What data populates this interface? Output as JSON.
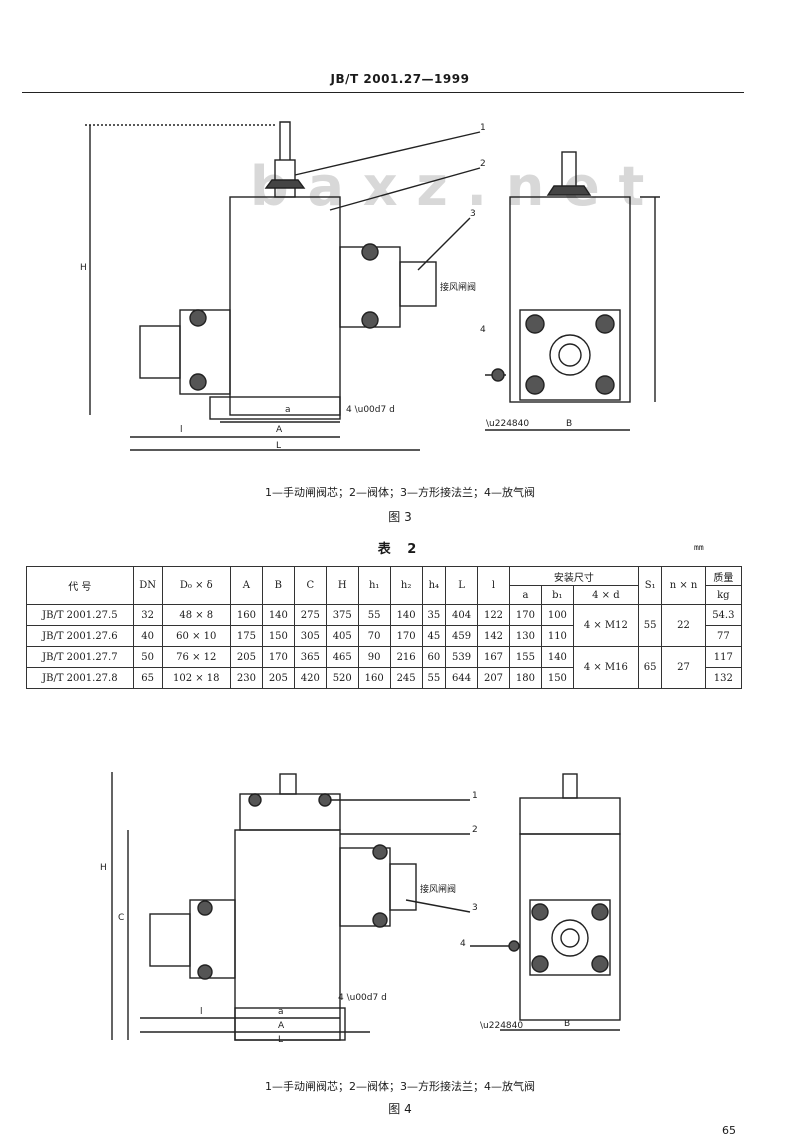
{
  "header": {
    "standard": "JB/T  2001.27—1999"
  },
  "watermark": "b a x z . n e t",
  "figure3": {
    "caption": "1—手动闸阀芯；2—阀体；3—方形接法兰；4—放气阀",
    "number": "图 3",
    "callout_text": "接风闸阀"
  },
  "table2": {
    "title": "表 2",
    "unit": "mm",
    "headers": {
      "code": "代    号",
      "dn": "DN",
      "dg": "D₀ × δ",
      "A": "A",
      "B": "B",
      "C": "C",
      "H": "H",
      "h1": "h₁",
      "h2": "h₂",
      "h4": "h₄",
      "L": "L",
      "l": "l",
      "install": "安装尺寸",
      "a": "a",
      "b1": "b₁",
      "nd": "4 × d",
      "s1": "S₁",
      "nxn": "n × n",
      "mass": "质量",
      "kg": "kg"
    },
    "rows": [
      {
        "code": "JB/T 2001.27.5",
        "dn": "32",
        "dg": "48 × 8",
        "A": "160",
        "B": "140",
        "C": "275",
        "H": "375",
        "h1": "55",
        "h2": "140",
        "h4": "35",
        "L": "404",
        "l": "122",
        "a": "170",
        "b1": "100",
        "mass": "54.3"
      },
      {
        "code": "JB/T 2001.27.6",
        "dn": "40",
        "dg": "60 × 10",
        "A": "175",
        "B": "150",
        "C": "305",
        "H": "405",
        "h1": "70",
        "h2": "170",
        "h4": "45",
        "L": "459",
        "l": "142",
        "a": "130",
        "b1": "110",
        "mass": "77"
      },
      {
        "code": "JB/T 2001.27.7",
        "dn": "50",
        "dg": "76 × 12",
        "A": "205",
        "B": "170",
        "C": "365",
        "H": "465",
        "h1": "90",
        "h2": "216",
        "h4": "60",
        "L": "539",
        "l": "167",
        "a": "155",
        "b1": "140",
        "mass": "117"
      },
      {
        "code": "JB/T 2001.27.8",
        "dn": "65",
        "dg": "102 × 18",
        "A": "230",
        "B": "205",
        "C": "420",
        "H": "520",
        "h1": "160",
        "h2": "245",
        "h4": "55",
        "L": "644",
        "l": "207",
        "a": "180",
        "b1": "150",
        "mass": "132"
      }
    ],
    "merged": {
      "nd_top": "4 × M12",
      "nd_bottom": "4 × M16",
      "s1_top": "55",
      "s1_bottom": "65",
      "nxn_top": "22",
      "nxn_bottom": "27"
    }
  },
  "figure4": {
    "caption": "1—手动闸阀芯；2—阀体；3—方形接法兰；4—放气阀",
    "number": "图 4",
    "callout_text": "接风闸阀"
  },
  "page_number": "65"
}
